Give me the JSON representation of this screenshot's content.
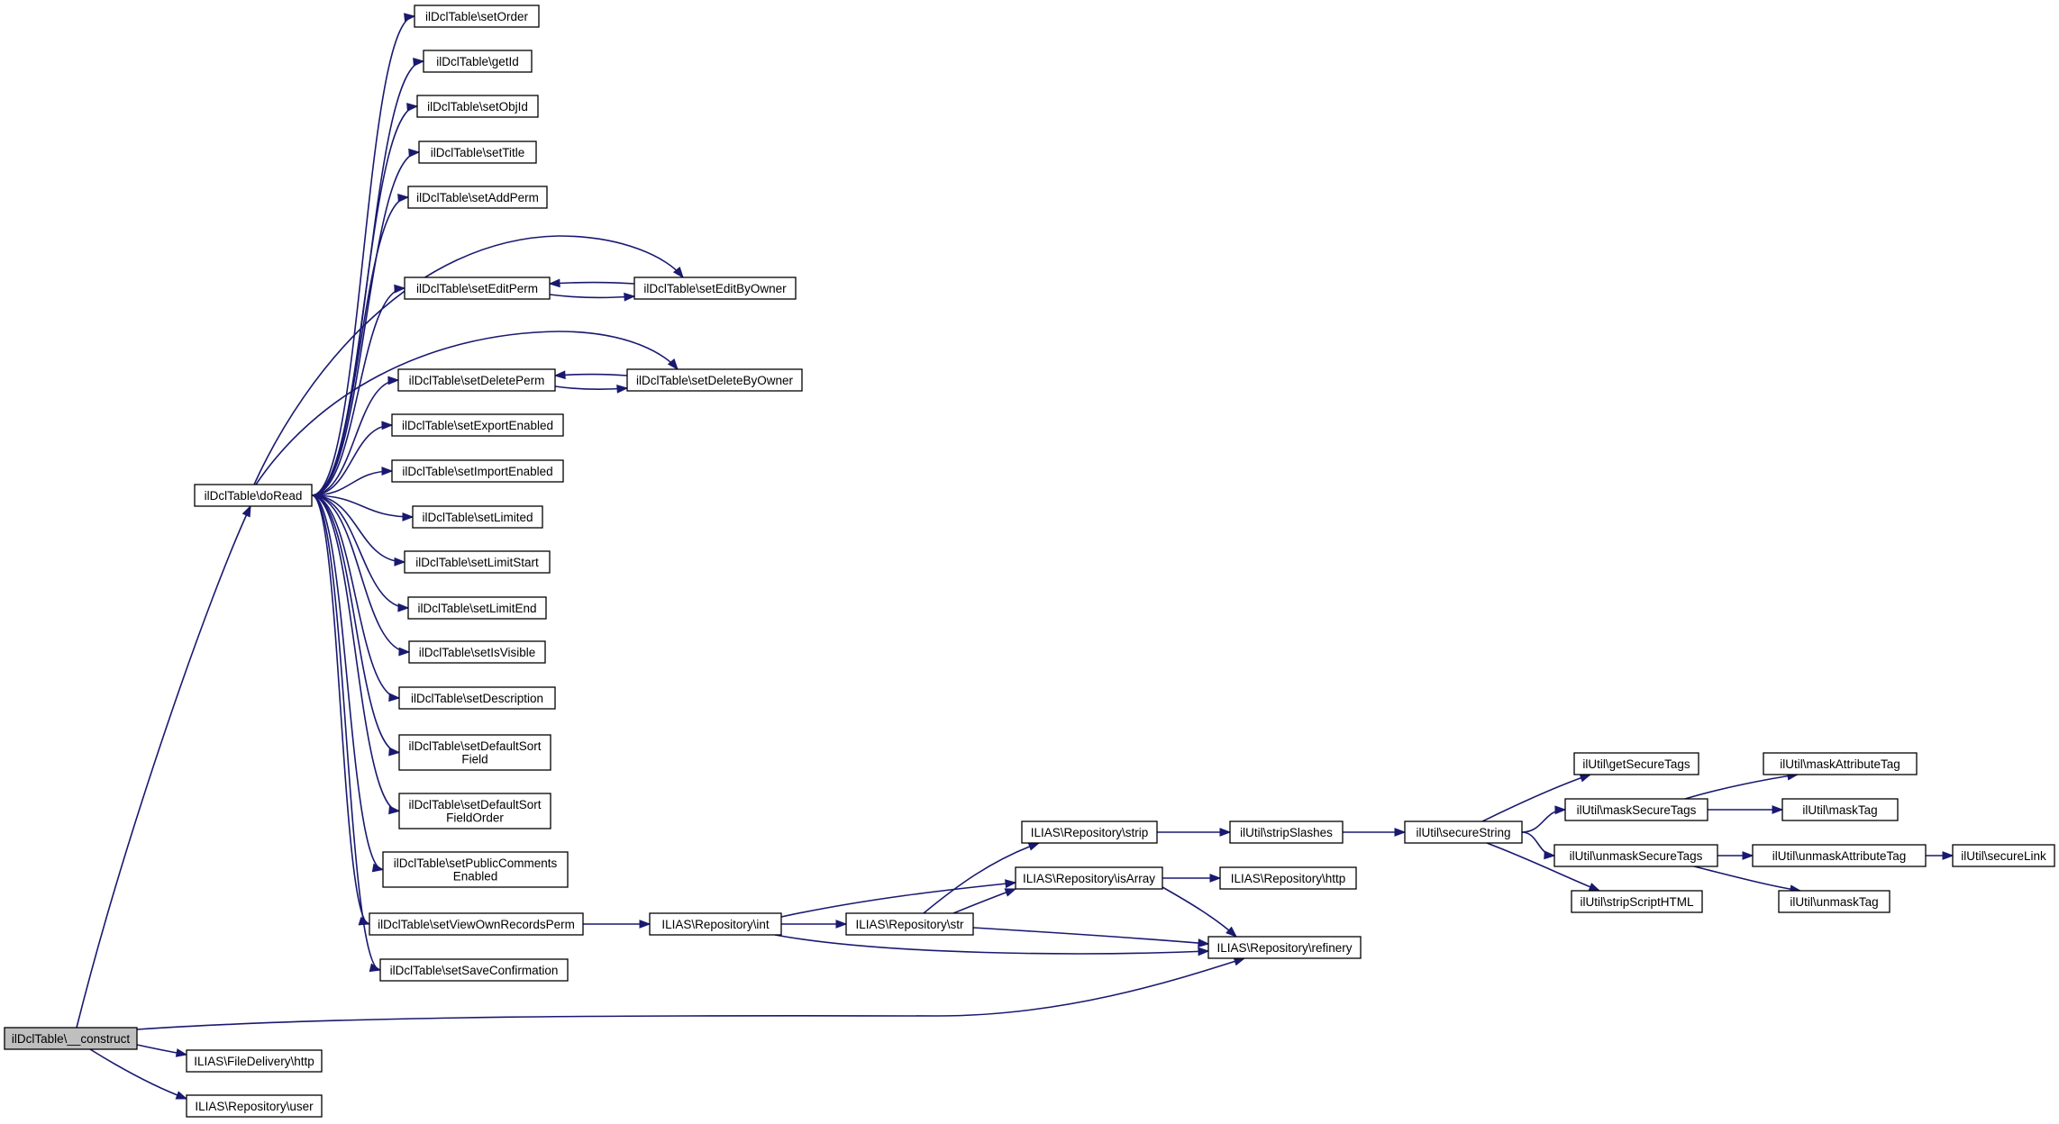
{
  "nodes": [
    {
      "id": "construct",
      "lines": [
        "ilDclTable\\__construct"
      ],
      "root": true
    },
    {
      "id": "doRead",
      "lines": [
        "ilDclTable\\doRead"
      ]
    },
    {
      "id": "setOrder",
      "lines": [
        "ilDclTable\\setOrder"
      ]
    },
    {
      "id": "getId",
      "lines": [
        "ilDclTable\\getId"
      ]
    },
    {
      "id": "setObjId",
      "lines": [
        "ilDclTable\\setObjId"
      ]
    },
    {
      "id": "setTitle",
      "lines": [
        "ilDclTable\\setTitle"
      ]
    },
    {
      "id": "setAddPerm",
      "lines": [
        "ilDclTable\\setAddPerm"
      ]
    },
    {
      "id": "setEditPerm",
      "lines": [
        "ilDclTable\\setEditPerm"
      ]
    },
    {
      "id": "setEditByOwner",
      "lines": [
        "ilDclTable\\setEditByOwner"
      ]
    },
    {
      "id": "setDeletePerm",
      "lines": [
        "ilDclTable\\setDeletePerm"
      ]
    },
    {
      "id": "setDeleteByOwner",
      "lines": [
        "ilDclTable\\setDeleteByOwner"
      ]
    },
    {
      "id": "setExportEnabled",
      "lines": [
        "ilDclTable\\setExportEnabled"
      ]
    },
    {
      "id": "setImportEnabled",
      "lines": [
        "ilDclTable\\setImportEnabled"
      ]
    },
    {
      "id": "setLimited",
      "lines": [
        "ilDclTable\\setLimited"
      ]
    },
    {
      "id": "setLimitStart",
      "lines": [
        "ilDclTable\\setLimitStart"
      ]
    },
    {
      "id": "setLimitEnd",
      "lines": [
        "ilDclTable\\setLimitEnd"
      ]
    },
    {
      "id": "setIsVisible",
      "lines": [
        "ilDclTable\\setIsVisible"
      ]
    },
    {
      "id": "setDescription",
      "lines": [
        "ilDclTable\\setDescription"
      ]
    },
    {
      "id": "setDefaultSortField",
      "lines": [
        "ilDclTable\\setDefaultSort",
        "Field"
      ]
    },
    {
      "id": "setDefaultSortFieldOrder",
      "lines": [
        "ilDclTable\\setDefaultSort",
        "FieldOrder"
      ]
    },
    {
      "id": "setPublicCommentsEnabled",
      "lines": [
        "ilDclTable\\setPublicComments",
        "Enabled"
      ]
    },
    {
      "id": "setViewOwnRecordsPerm",
      "lines": [
        "ilDclTable\\setViewOwnRecordsPerm"
      ]
    },
    {
      "id": "setSaveConfirmation",
      "lines": [
        "ilDclTable\\setSaveConfirmation"
      ]
    },
    {
      "id": "fdHttp",
      "lines": [
        "ILIAS\\FileDelivery\\http"
      ]
    },
    {
      "id": "repoUser",
      "lines": [
        "ILIAS\\Repository\\user"
      ]
    },
    {
      "id": "repoInt",
      "lines": [
        "ILIAS\\Repository\\int"
      ]
    },
    {
      "id": "repoStr",
      "lines": [
        "ILIAS\\Repository\\str"
      ]
    },
    {
      "id": "repoStrip",
      "lines": [
        "ILIAS\\Repository\\strip"
      ]
    },
    {
      "id": "repoIsArray",
      "lines": [
        "ILIAS\\Repository\\isArray"
      ]
    },
    {
      "id": "repoHttp",
      "lines": [
        "ILIAS\\Repository\\http"
      ]
    },
    {
      "id": "repoRefinery",
      "lines": [
        "ILIAS\\Repository\\refinery"
      ]
    },
    {
      "id": "stripSlashes",
      "lines": [
        "ilUtil\\stripSlashes"
      ]
    },
    {
      "id": "secureString",
      "lines": [
        "ilUtil\\secureString"
      ]
    },
    {
      "id": "getSecureTags",
      "lines": [
        "ilUtil\\getSecureTags"
      ]
    },
    {
      "id": "maskSecureTags",
      "lines": [
        "ilUtil\\maskSecureTags"
      ]
    },
    {
      "id": "unmaskSecureTags",
      "lines": [
        "ilUtil\\unmaskSecureTags"
      ]
    },
    {
      "id": "stripScriptHTML",
      "lines": [
        "ilUtil\\stripScriptHTML"
      ]
    },
    {
      "id": "maskAttributeTag",
      "lines": [
        "ilUtil\\maskAttributeTag"
      ]
    },
    {
      "id": "maskTag",
      "lines": [
        "ilUtil\\maskTag"
      ]
    },
    {
      "id": "unmaskAttributeTag",
      "lines": [
        "ilUtil\\unmaskAttributeTag"
      ]
    },
    {
      "id": "unmaskTag",
      "lines": [
        "ilUtil\\unmaskTag"
      ]
    },
    {
      "id": "secureLink",
      "lines": [
        "ilUtil\\secureLink"
      ]
    }
  ],
  "edges": [
    [
      "construct",
      "doRead"
    ],
    [
      "construct",
      "repoRefinery"
    ],
    [
      "construct",
      "fdHttp"
    ],
    [
      "construct",
      "repoUser"
    ],
    [
      "doRead",
      "setOrder"
    ],
    [
      "doRead",
      "getId"
    ],
    [
      "doRead",
      "setObjId"
    ],
    [
      "doRead",
      "setTitle"
    ],
    [
      "doRead",
      "setAddPerm"
    ],
    [
      "doRead",
      "setEditPerm"
    ],
    [
      "doRead",
      "setEditByOwner"
    ],
    [
      "setEditPerm",
      "setEditByOwner"
    ],
    [
      "setEditByOwner",
      "setEditPerm"
    ],
    [
      "doRead",
      "setDeletePerm"
    ],
    [
      "doRead",
      "setDeleteByOwner"
    ],
    [
      "setDeletePerm",
      "setDeleteByOwner"
    ],
    [
      "setDeleteByOwner",
      "setDeletePerm"
    ],
    [
      "doRead",
      "setExportEnabled"
    ],
    [
      "doRead",
      "setImportEnabled"
    ],
    [
      "doRead",
      "setLimited"
    ],
    [
      "doRead",
      "setLimitStart"
    ],
    [
      "doRead",
      "setLimitEnd"
    ],
    [
      "doRead",
      "setIsVisible"
    ],
    [
      "doRead",
      "setDescription"
    ],
    [
      "doRead",
      "setDefaultSortField"
    ],
    [
      "doRead",
      "setDefaultSortFieldOrder"
    ],
    [
      "doRead",
      "setPublicCommentsEnabled"
    ],
    [
      "doRead",
      "setViewOwnRecordsPerm"
    ],
    [
      "doRead",
      "setSaveConfirmation"
    ],
    [
      "setViewOwnRecordsPerm",
      "repoInt"
    ],
    [
      "repoInt",
      "repoStr"
    ],
    [
      "repoInt",
      "repoIsArray"
    ],
    [
      "repoInt",
      "repoRefinery"
    ],
    [
      "repoStr",
      "repoStrip"
    ],
    [
      "repoStr",
      "repoIsArray"
    ],
    [
      "repoStr",
      "repoRefinery"
    ],
    [
      "repoStrip",
      "stripSlashes"
    ],
    [
      "repoIsArray",
      "repoHttp"
    ],
    [
      "repoIsArray",
      "repoRefinery"
    ],
    [
      "stripSlashes",
      "secureString"
    ],
    [
      "secureString",
      "getSecureTags"
    ],
    [
      "secureString",
      "maskSecureTags"
    ],
    [
      "secureString",
      "unmaskSecureTags"
    ],
    [
      "secureString",
      "stripScriptHTML"
    ],
    [
      "maskSecureTags",
      "maskAttributeTag"
    ],
    [
      "maskSecureTags",
      "maskTag"
    ],
    [
      "unmaskSecureTags",
      "unmaskAttributeTag"
    ],
    [
      "unmaskSecureTags",
      "unmaskTag"
    ],
    [
      "unmaskAttributeTag",
      "secureLink"
    ]
  ]
}
